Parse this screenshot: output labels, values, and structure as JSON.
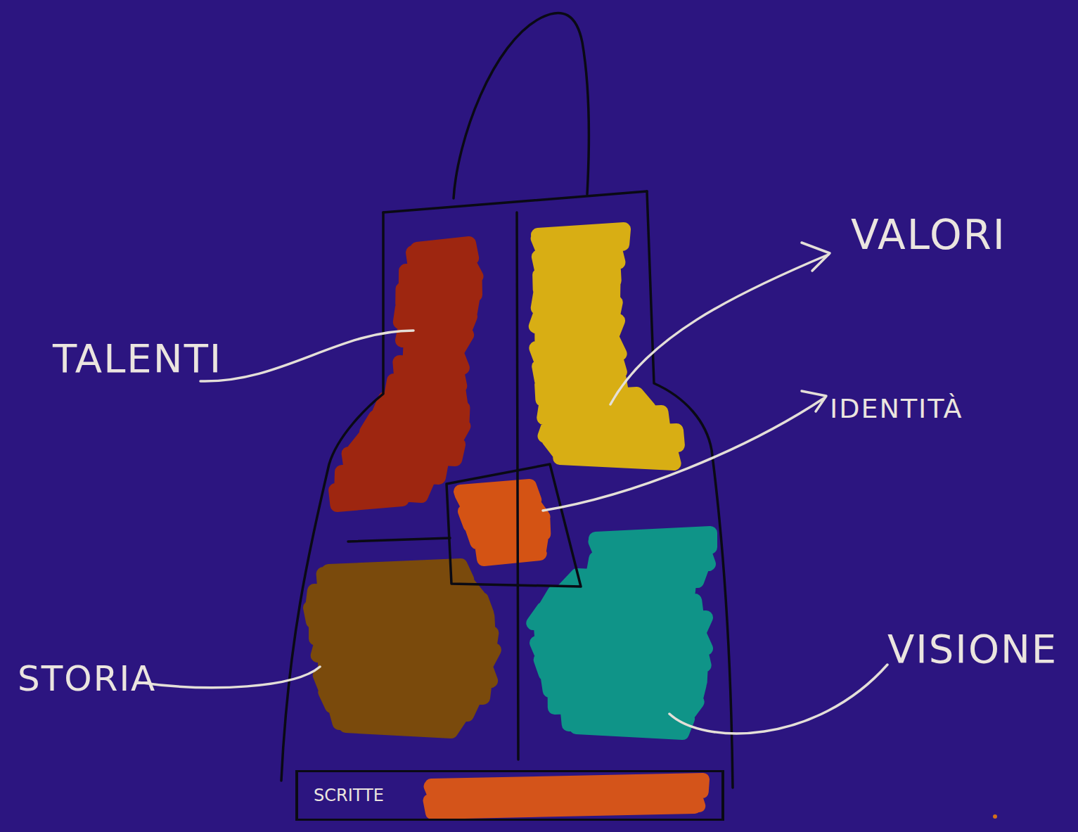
{
  "diagram": {
    "nodes": [
      {
        "text": [
          "SCRITTE"
        ]
      }
    ],
    "labels": [
      "VALORI",
      "TALENTI",
      "IDENTITÀ",
      "VISIONE",
      "STORIA"
    ]
  }
}
